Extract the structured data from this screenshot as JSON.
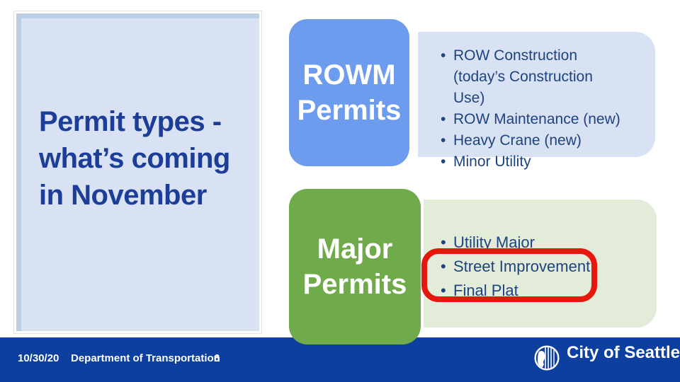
{
  "title": {
    "line1": "Permit types -",
    "line2": "what’s coming",
    "line3": "in November"
  },
  "rowm": {
    "label_line1": "ROWM",
    "label_line2": "Permits",
    "bullets": [
      "ROW Construction (today’s Construction Use)",
      "ROW Maintenance (new)",
      "Heavy Crane (new)",
      "Minor Utility"
    ]
  },
  "major": {
    "label_line1": "Major",
    "label_line2": "Permits",
    "bullets": [
      "Utility Major",
      "Street Improvement",
      "Final Plat"
    ]
  },
  "footer": {
    "date": "10/30/20",
    "department": "Department of Transportation",
    "page_number": "6",
    "logo_text": "City of Seattle"
  },
  "colors": {
    "title_text": "#1c3e99",
    "bullet_text": "#1d4380",
    "rowm_shape": "#6d9cef",
    "major_shape": "#6fab4a",
    "blue_panel": "#d9e2f2",
    "green_panel": "#e3ebd9",
    "title_panel_fill": "#d9e2f3",
    "title_panel_bevel": "#bccde6",
    "highlight_red": "#e5180d",
    "footer_bar": "#0d3fa0"
  }
}
